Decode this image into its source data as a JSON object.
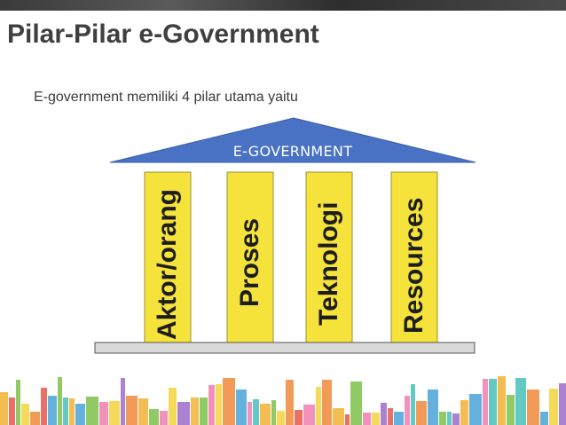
{
  "slide": {
    "title": "Pilar-Pilar e-Government",
    "subtitle": "E-government memiliki 4 pilar utama yaitu"
  },
  "diagram": {
    "roof_label": "E-GOVERNMENT",
    "pillars": [
      {
        "label": "Aktor/orang"
      },
      {
        "label": "Proses"
      },
      {
        "label": "Teknologi"
      },
      {
        "label": "Resources"
      }
    ]
  },
  "colors": {
    "roof": "#4a72c4",
    "pillar": "#f5e23a",
    "base": "#d9d9d9",
    "title": "#3f3f3f"
  }
}
